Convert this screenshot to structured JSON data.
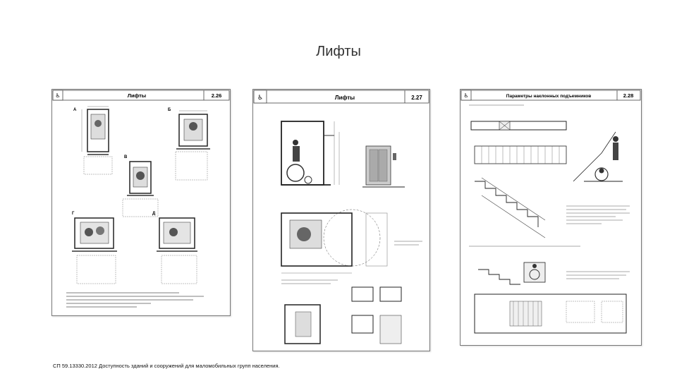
{
  "slide": {
    "title": "Лифты",
    "source": "СП 59.13330.2012 Доступность зданий и сооружений для маломобильных групп населения."
  },
  "sheets": [
    {
      "title": "Лифты",
      "number": "2.26",
      "labels": [
        "А",
        "Б",
        "В",
        "Г",
        "Д"
      ]
    },
    {
      "title": "Лифты",
      "number": "2.27"
    },
    {
      "title": "Параметры наклонных подъемников",
      "number": "2.28"
    }
  ]
}
